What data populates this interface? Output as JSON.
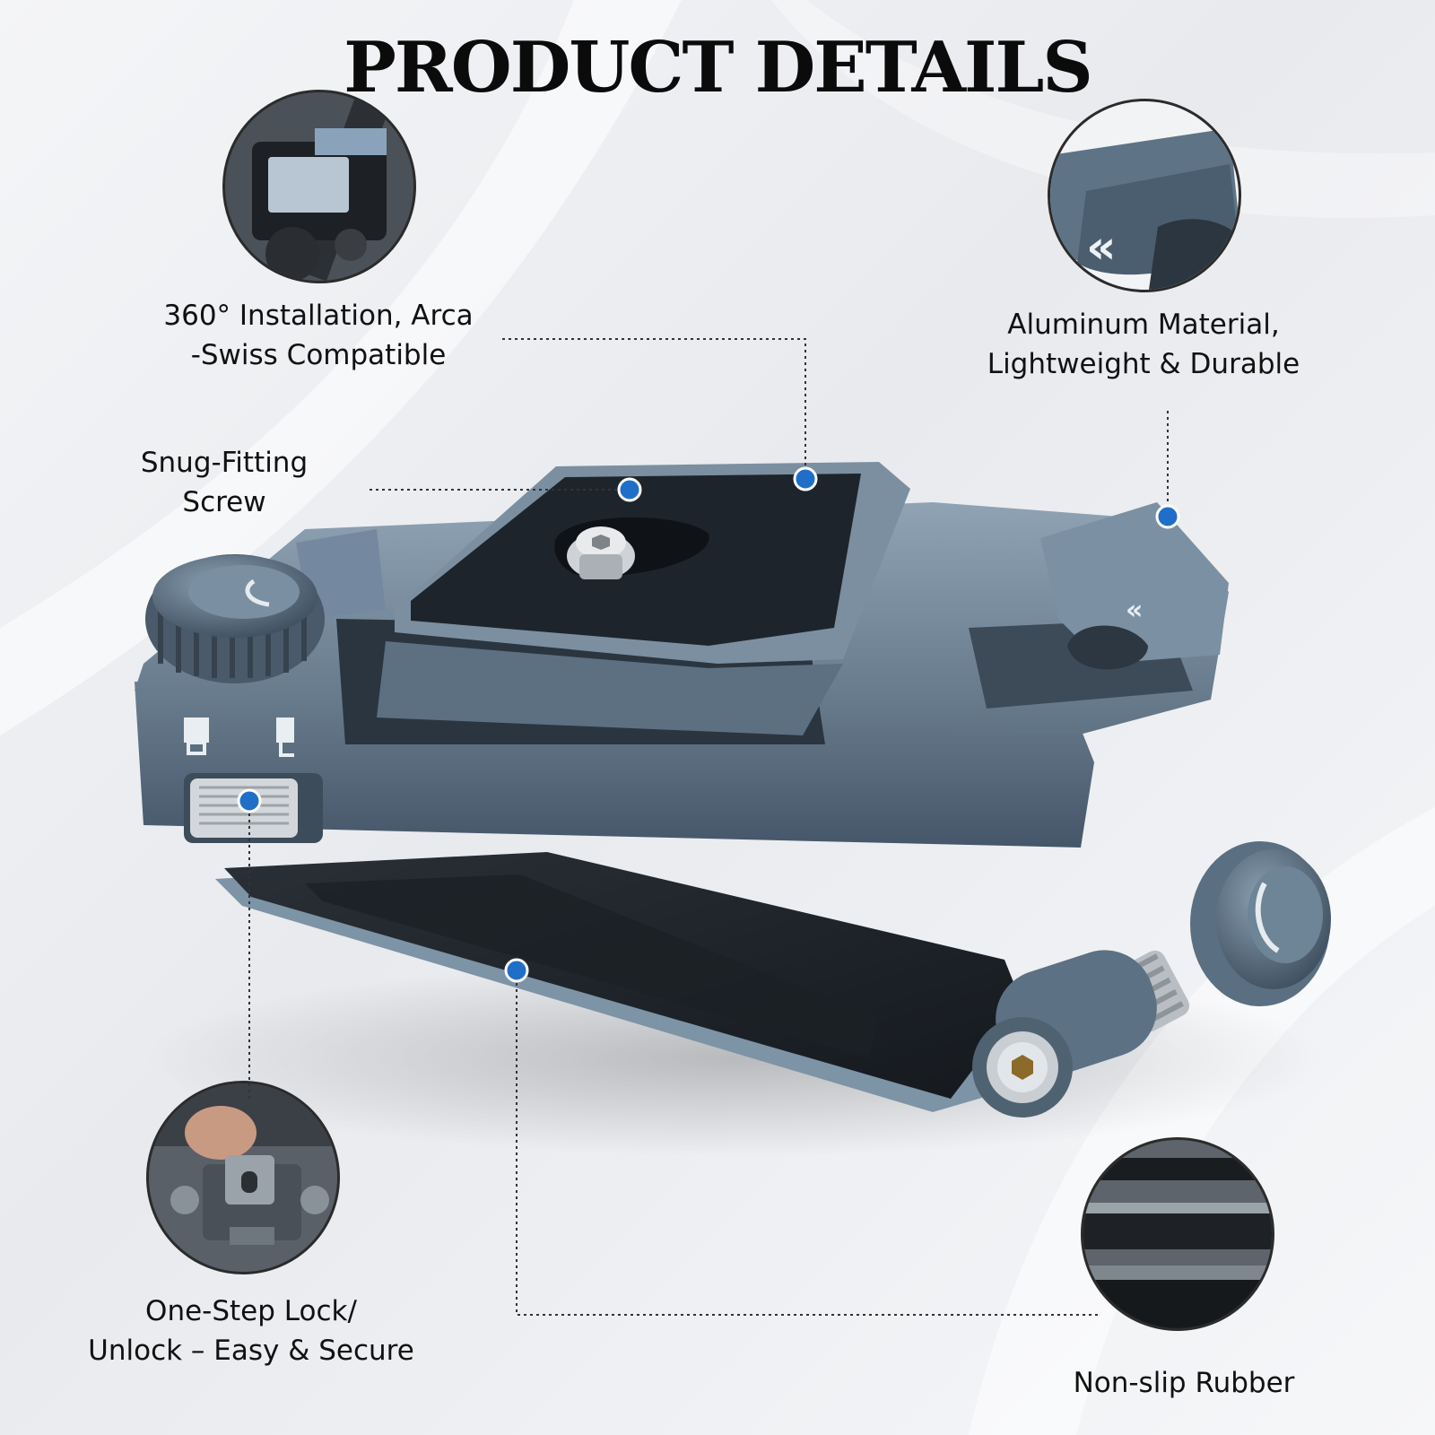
{
  "title": "PRODUCT DETAILS",
  "features": {
    "installation": {
      "line1": "360° Installation, Arca",
      "line2": "-Swiss Compatible"
    },
    "aluminum": {
      "line1": "Aluminum Material,",
      "line2": "Lightweight & Durable"
    },
    "screw": {
      "line1": "Snug-Fitting",
      "line2": "Screw"
    },
    "lock": {
      "line1": "One-Step Lock/",
      "line2": "Unlock – Easy & Secure"
    },
    "rubber": {
      "line1": "Non-slip Rubber"
    }
  },
  "colors": {
    "accent_dot": "#1f6fc9",
    "metal": "#6f8496",
    "metal_dark": "#465664",
    "rubber": "#23282e"
  },
  "icons": {
    "double_chevron": "«"
  }
}
